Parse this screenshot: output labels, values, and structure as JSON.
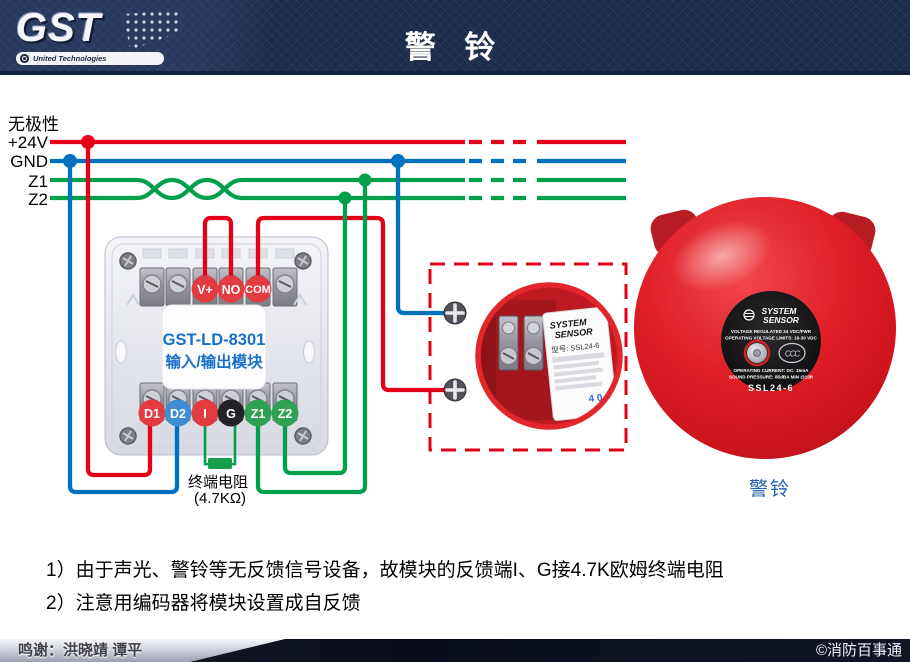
{
  "header": {
    "logo_text": "GST",
    "tagline": "United Technologies",
    "title": "警 铃"
  },
  "colors": {
    "wire_red": "#e50019",
    "wire_blue": "#0070c0",
    "wire_green": "#00a04a",
    "dashed_box_red": "#e50019",
    "module_text_blue": "#1a6fc9",
    "caption_blue": "#2460ac"
  },
  "bus": {
    "polarity_label": "无极性",
    "labels": [
      "+24V",
      "GND",
      "Z1",
      "Z2"
    ]
  },
  "module": {
    "title1": "GST-LD-8301",
    "title2": "输入/输出模块",
    "top_terminals": [
      "V+",
      "NO",
      "COM"
    ],
    "bottom_terminals": [
      "D1",
      "D2",
      "I",
      "G",
      "Z1",
      "Z2"
    ],
    "resistor_line1": "终端电阻",
    "resistor_line2": "(4.7KΩ)"
  },
  "inset": {
    "brand1": "SYSTEM",
    "brand2": "SENSOR",
    "model": "型号: SSL24-6",
    "date": "4 0"
  },
  "bell": {
    "brand1": "SYSTEM",
    "brand2": "SENSOR",
    "volt1": "VOLTAGE REGULATED 24 VDC/FWR",
    "volt2": "OPERATING VOLTAGE LIMITS: 16-30 VDC",
    "current": "OPERATING CURRENT: DC: 15mA",
    "sound": "SOUND PRESSURE: 85dBA MIN @10ft",
    "ccc": "CCC",
    "model": "SSL24-6",
    "caption": "警铃"
  },
  "notes": [
    "1）由于声光、警铃等无反馈信号设备，故模块的反馈端I、G接4.7K欧姆终端电阻",
    "2）注意用编码器将模块设置成自反馈"
  ],
  "footer": {
    "credits": "鸣谢：洪晓靖 谭平",
    "copyright": "©消防百事通"
  }
}
